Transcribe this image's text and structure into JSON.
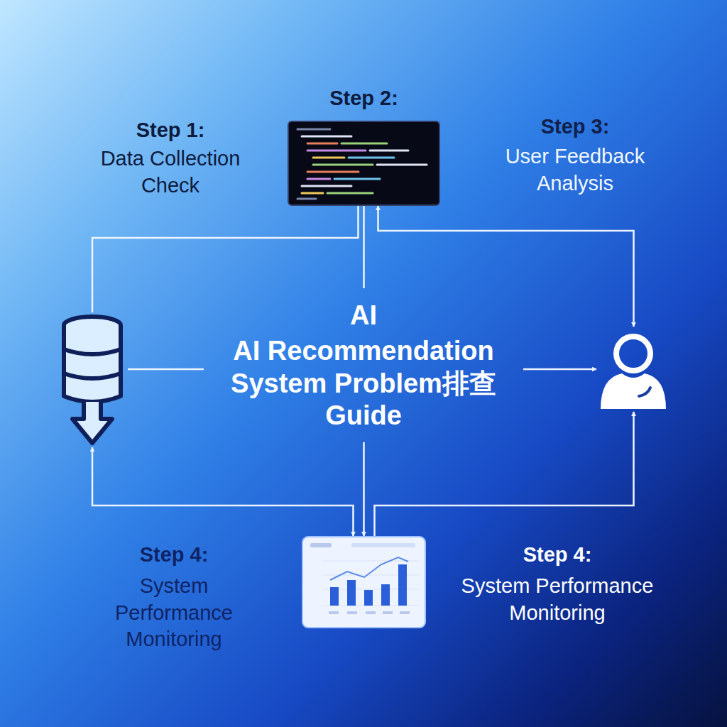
{
  "diagram": {
    "title": "AI Recommendation System Problem排查 Guide",
    "nodes": [
      {
        "text": [
          "Step 1:",
          "Data Collection Check"
        ]
      },
      {
        "text": [
          "Step 2:"
        ]
      },
      {
        "text": [
          "Step 3:",
          "User Feedback Analysis"
        ]
      },
      {
        "text": [
          "Step 4:",
          "System Performance Monitoring"
        ]
      }
    ],
    "edges": [
      {
        "from": 0,
        "to": 1,
        "arrow": "none"
      },
      {
        "from": 1,
        "to": 2,
        "arrow": "both"
      },
      {
        "from": 0,
        "to": 2,
        "arrow": "to"
      },
      {
        "from": 1,
        "to": 3,
        "arrow": "to"
      },
      {
        "from": 0,
        "to": 3,
        "arrow": "both"
      },
      {
        "from": 3,
        "to": 2,
        "arrow": "to"
      }
    ],
    "labels": [
      "AI",
      "Step 4:",
      "System Performance Monitoring"
    ]
  }
}
